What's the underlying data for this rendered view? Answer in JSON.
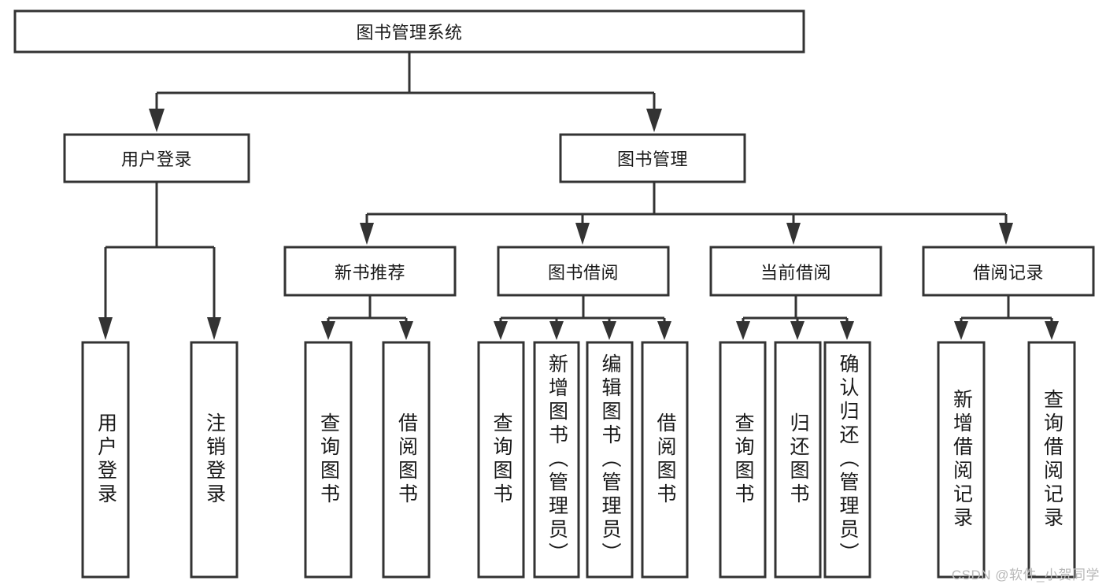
{
  "diagram": {
    "title": "图书管理系统",
    "type": "tree-hierarchy-diagram",
    "colors": {
      "stroke": "#333333",
      "fill": "#ffffff",
      "text": "#1a1a1a",
      "watermark": "#b8b8b8",
      "background": "#ffffff"
    },
    "root": {
      "label": "图书管理系统"
    },
    "level2": [
      {
        "label": "用户登录"
      },
      {
        "label": "图书管理"
      }
    ],
    "level3": [
      {
        "label": "新书推荐"
      },
      {
        "label": "图书借阅"
      },
      {
        "label": "当前借阅"
      },
      {
        "label": "借阅记录"
      }
    ],
    "leaves": {
      "user_login": [
        {
          "label": "用户登录"
        },
        {
          "label": "注销登录"
        }
      ],
      "new_book_recommend": [
        {
          "label": "查询图书"
        },
        {
          "label": "借阅图书"
        }
      ],
      "book_borrow": [
        {
          "label": "查询图书"
        },
        {
          "label": "新增图书（管理员）"
        },
        {
          "label": "编辑图书（管理员）"
        },
        {
          "label": "借阅图书"
        }
      ],
      "current_borrow": [
        {
          "label": "查询图书"
        },
        {
          "label": "归还图书"
        },
        {
          "label": "确认归还（管理员）"
        }
      ],
      "borrow_records": [
        {
          "label": "新增借阅记录"
        },
        {
          "label": "查询借阅记录"
        }
      ]
    }
  },
  "watermark": {
    "text": "CSDN @软件_小贺同学"
  }
}
